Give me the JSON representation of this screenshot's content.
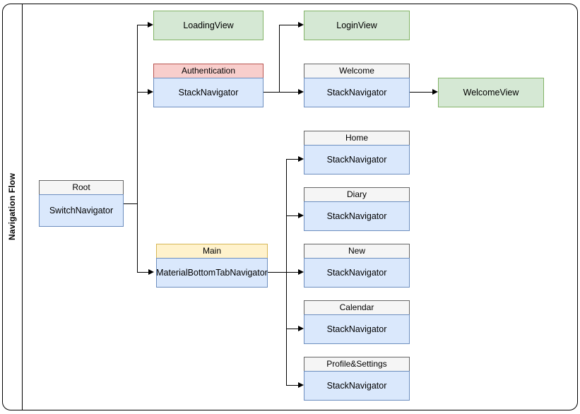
{
  "pool": {
    "title": "Navigation Flow"
  },
  "diagram": {
    "type": "flowchart",
    "nodes": [
      {
        "id": "root",
        "header": "Root",
        "body": "SwitchNavigator",
        "header_color": "#f5f5f5",
        "body_color": "#dae8fc"
      },
      {
        "id": "loading_view",
        "label": "LoadingView",
        "fill": "#d5e8d4",
        "stroke": "#82b366"
      },
      {
        "id": "authentication",
        "header": "Authentication",
        "body": "StackNavigator",
        "header_color": "#f8cecc",
        "body_color": "#dae8fc"
      },
      {
        "id": "login_view",
        "label": "LoginView",
        "fill": "#d5e8d4",
        "stroke": "#82b366"
      },
      {
        "id": "welcome",
        "header": "Welcome",
        "body": "StackNavigator",
        "header_color": "#f5f5f5",
        "body_color": "#dae8fc"
      },
      {
        "id": "welcome_view",
        "label": "WelcomeView",
        "fill": "#d5e8d4",
        "stroke": "#82b366"
      },
      {
        "id": "main",
        "header": "Main",
        "body": "MaterialBottomTabNavigator",
        "header_color": "#fff2cc",
        "body_color": "#dae8fc"
      },
      {
        "id": "home",
        "header": "Home",
        "body": "StackNavigator",
        "header_color": "#f5f5f5",
        "body_color": "#dae8fc"
      },
      {
        "id": "diary",
        "header": "Diary",
        "body": "StackNavigator",
        "header_color": "#f5f5f5",
        "body_color": "#dae8fc"
      },
      {
        "id": "new",
        "header": "New",
        "body": "StackNavigator",
        "header_color": "#f5f5f5",
        "body_color": "#dae8fc"
      },
      {
        "id": "calendar",
        "header": "Calendar",
        "body": "StackNavigator",
        "header_color": "#f5f5f5",
        "body_color": "#dae8fc"
      },
      {
        "id": "profile",
        "header": "Profile&Settings",
        "body": "StackNavigator",
        "header_color": "#f5f5f5",
        "body_color": "#dae8fc"
      }
    ],
    "edges": [
      {
        "from": "root",
        "to": "loading_view"
      },
      {
        "from": "root",
        "to": "authentication"
      },
      {
        "from": "root",
        "to": "main"
      },
      {
        "from": "authentication",
        "to": "login_view"
      },
      {
        "from": "authentication",
        "to": "welcome"
      },
      {
        "from": "welcome",
        "to": "welcome_view"
      },
      {
        "from": "main",
        "to": "home"
      },
      {
        "from": "main",
        "to": "diary"
      },
      {
        "from": "main",
        "to": "new"
      },
      {
        "from": "main",
        "to": "calendar"
      },
      {
        "from": "main",
        "to": "profile"
      }
    ]
  }
}
